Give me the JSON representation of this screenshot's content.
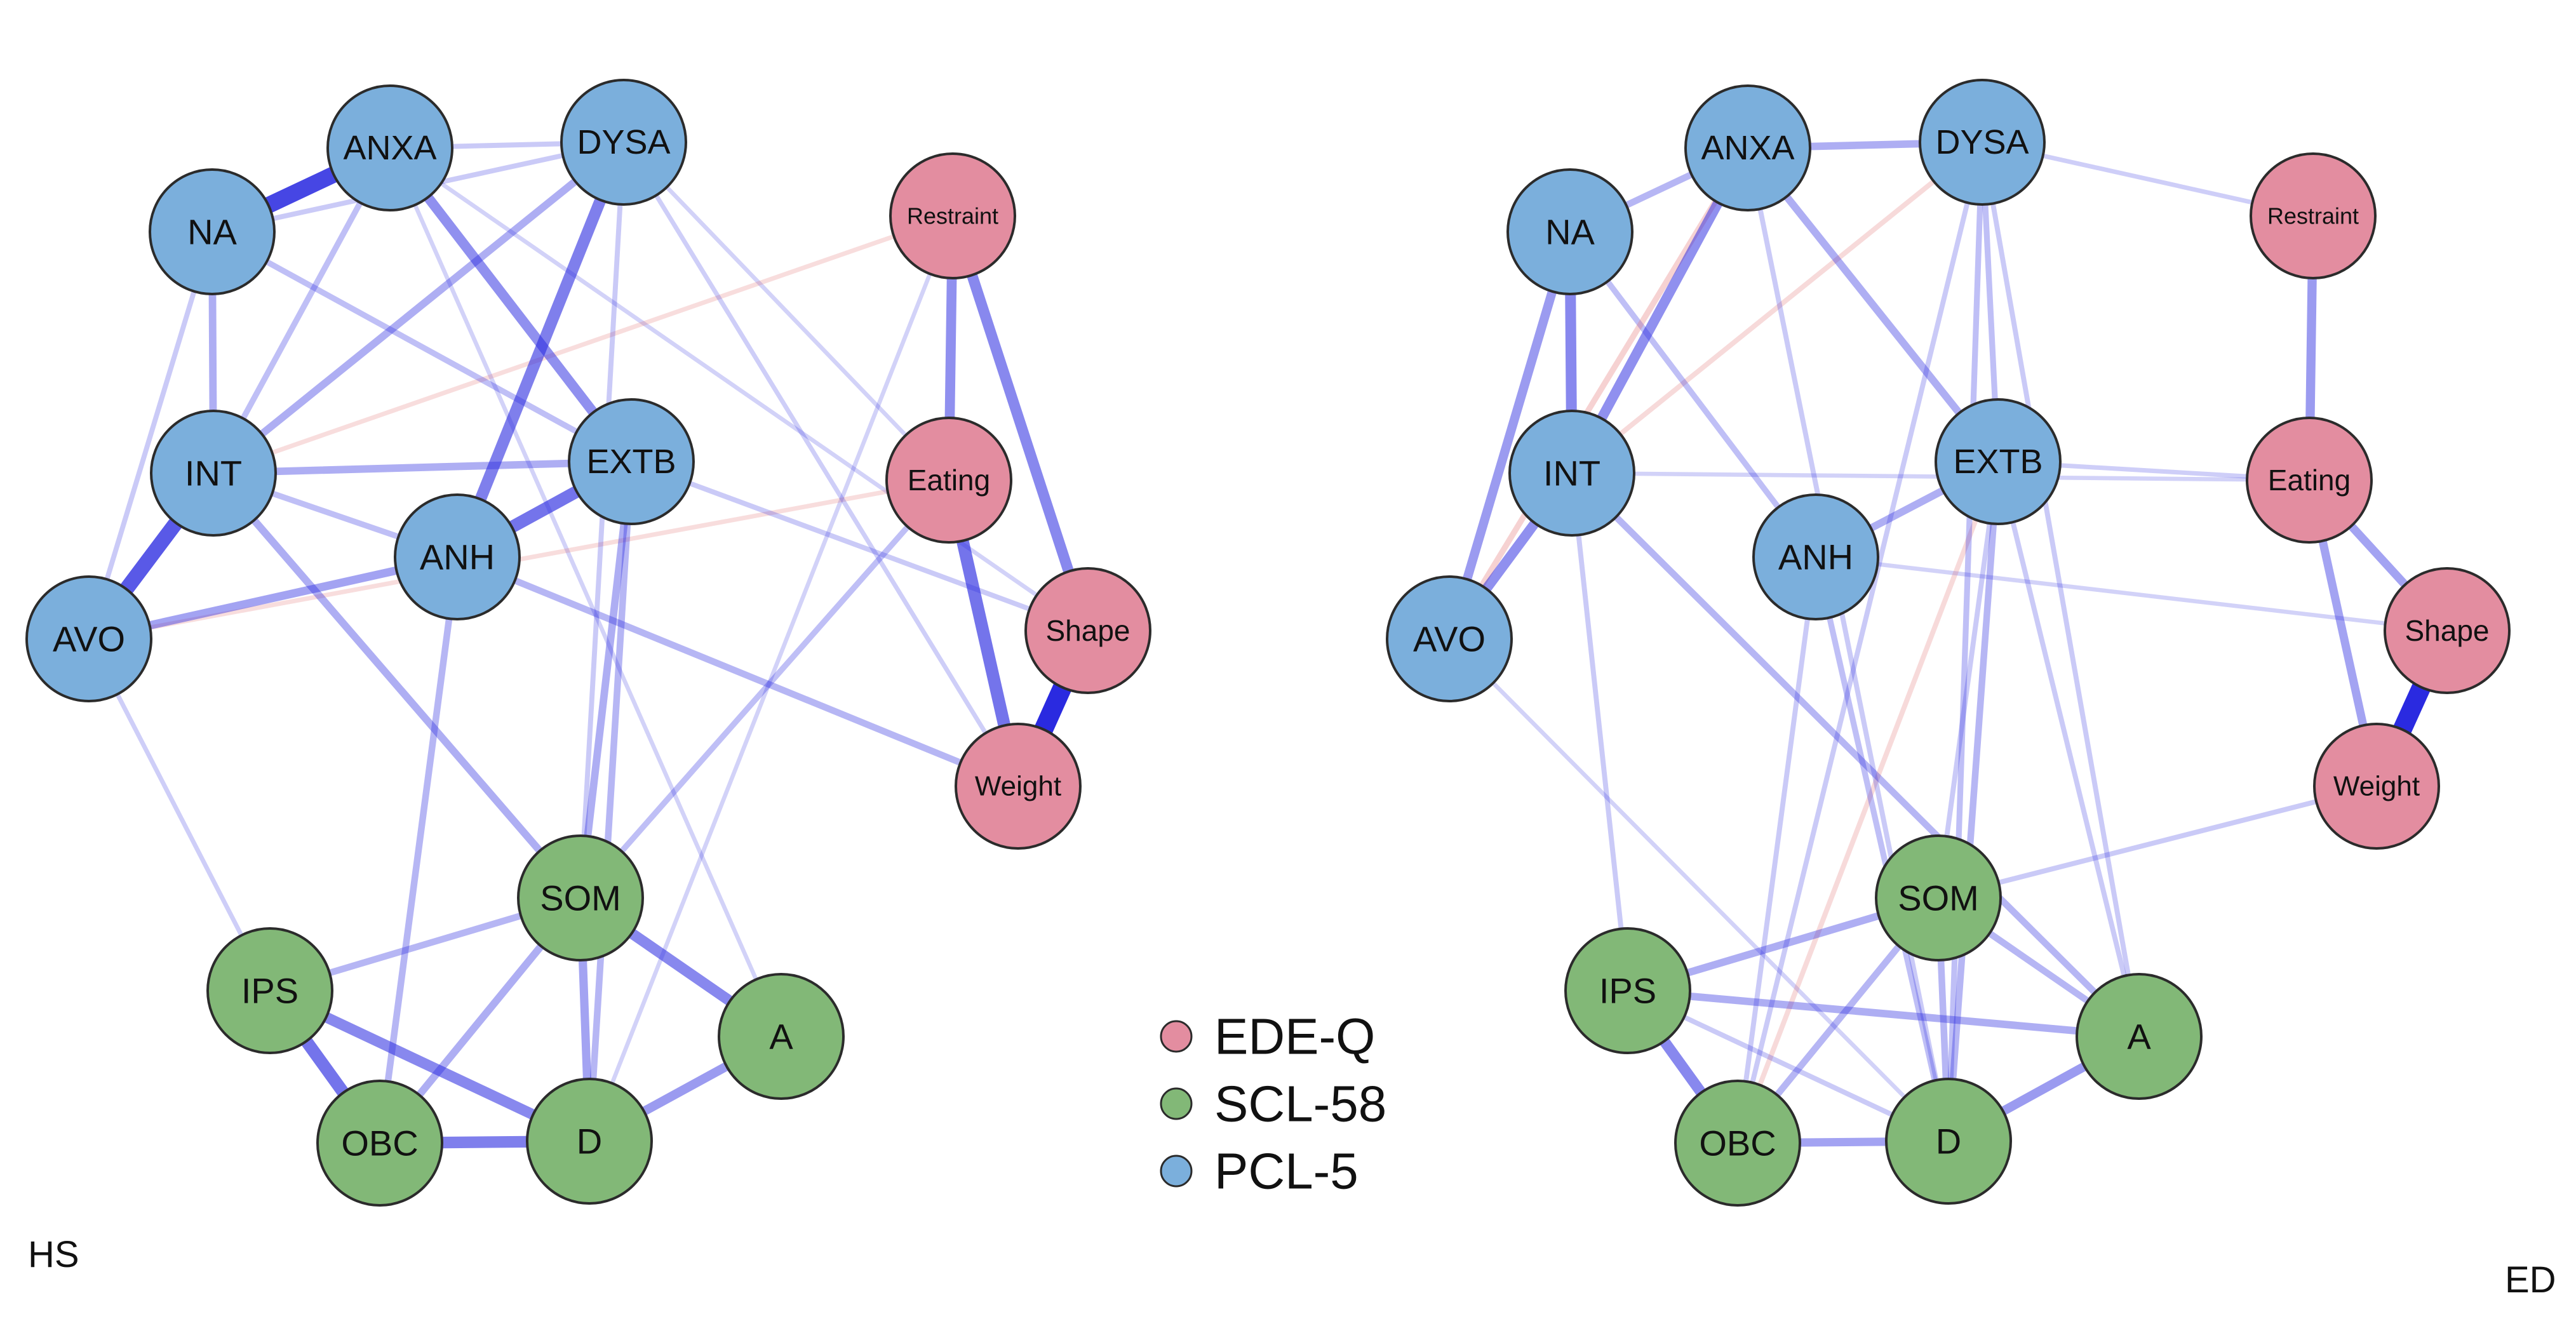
{
  "colors": {
    "EDE-Q": "#e38da0",
    "SCL-58": "#82b877",
    "PCL-5": "#7bafdc",
    "positive_edge": "#2a2ae0",
    "negative_edge": "#e06a6a",
    "node_stroke": "#2b2b2b"
  },
  "groups": [
    {
      "id": "EDE-Q",
      "label": "EDE-Q",
      "color": "#e38da0"
    },
    {
      "id": "SCL-58",
      "label": "SCL-58",
      "color": "#82b877"
    },
    {
      "id": "PCL-5",
      "label": "PCL-5",
      "color": "#7bafdc"
    }
  ],
  "networks": [
    {
      "id": "hs",
      "label": "HS",
      "nodes": [
        {
          "id": "ANXA",
          "label": "ANXA",
          "group": "PCL-5"
        },
        {
          "id": "DYSA",
          "label": "DYSA",
          "group": "PCL-5"
        },
        {
          "id": "NA",
          "label": "NA",
          "group": "PCL-5"
        },
        {
          "id": "INT",
          "label": "INT",
          "group": "PCL-5"
        },
        {
          "id": "EXTB",
          "label": "EXTB",
          "group": "PCL-5"
        },
        {
          "id": "ANH",
          "label": "ANH",
          "group": "PCL-5"
        },
        {
          "id": "AVO",
          "label": "AVO",
          "group": "PCL-5"
        },
        {
          "id": "Restraint",
          "label": "Restraint",
          "group": "EDE-Q"
        },
        {
          "id": "Eating",
          "label": "Eating",
          "group": "EDE-Q"
        },
        {
          "id": "Shape",
          "label": "Shape",
          "group": "EDE-Q"
        },
        {
          "id": "Weight",
          "label": "Weight",
          "group": "EDE-Q"
        },
        {
          "id": "SOM",
          "label": "SOM",
          "group": "SCL-58"
        },
        {
          "id": "IPS",
          "label": "IPS",
          "group": "SCL-58"
        },
        {
          "id": "A",
          "label": "A",
          "group": "SCL-58"
        },
        {
          "id": "OBC",
          "label": "OBC",
          "group": "SCL-58"
        },
        {
          "id": "D",
          "label": "D",
          "group": "SCL-58"
        }
      ],
      "edges": [
        {
          "from": "NA",
          "to": "ANXA",
          "weight": 0.85,
          "sign": "+"
        },
        {
          "from": "INT",
          "to": "AVO",
          "weight": 0.75,
          "sign": "+"
        },
        {
          "from": "Shape",
          "to": "Weight",
          "weight": 1.0,
          "sign": "+"
        },
        {
          "from": "Eating",
          "to": "Weight",
          "weight": 0.6,
          "sign": "+"
        },
        {
          "from": "Restraint",
          "to": "Shape",
          "weight": 0.5,
          "sign": "+"
        },
        {
          "from": "Restraint",
          "to": "Eating",
          "weight": 0.45,
          "sign": "+"
        },
        {
          "from": "ANH",
          "to": "EXTB",
          "weight": 0.6,
          "sign": "+"
        },
        {
          "from": "ANH",
          "to": "DYSA",
          "weight": 0.55,
          "sign": "+"
        },
        {
          "from": "ANXA",
          "to": "EXTB",
          "weight": 0.45,
          "sign": "+"
        },
        {
          "from": "IPS",
          "to": "OBC",
          "weight": 0.6,
          "sign": "+"
        },
        {
          "from": "IPS",
          "to": "D",
          "weight": 0.5,
          "sign": "+"
        },
        {
          "from": "OBC",
          "to": "D",
          "weight": 0.55,
          "sign": "+"
        },
        {
          "from": "SOM",
          "to": "A",
          "weight": 0.5,
          "sign": "+"
        },
        {
          "from": "A",
          "to": "D",
          "weight": 0.4,
          "sign": "+"
        },
        {
          "from": "SOM",
          "to": "D",
          "weight": 0.35,
          "sign": "+"
        },
        {
          "from": "SOM",
          "to": "OBC",
          "weight": 0.3,
          "sign": "+"
        },
        {
          "from": "AVO",
          "to": "ANH",
          "weight": 0.35,
          "sign": "+"
        },
        {
          "from": "INT",
          "to": "EXTB",
          "weight": 0.3,
          "sign": "+"
        },
        {
          "from": "INT",
          "to": "DYSA",
          "weight": 0.3,
          "sign": "+"
        },
        {
          "from": "INT",
          "to": "SOM",
          "weight": 0.3,
          "sign": "+"
        },
        {
          "from": "NA",
          "to": "INT",
          "weight": 0.3,
          "sign": "+"
        },
        {
          "from": "EXTB",
          "to": "SOM",
          "weight": 0.3,
          "sign": "+"
        },
        {
          "from": "EXTB",
          "to": "D",
          "weight": 0.25,
          "sign": "+"
        },
        {
          "from": "ANH",
          "to": "OBC",
          "weight": 0.25,
          "sign": "+"
        },
        {
          "from": "ANH",
          "to": "Weight",
          "weight": 0.25,
          "sign": "+"
        },
        {
          "from": "IPS",
          "to": "SOM",
          "weight": 0.25,
          "sign": "+"
        },
        {
          "from": "IPS",
          "to": "AVO",
          "weight": 0.12,
          "sign": "+"
        },
        {
          "from": "Eating",
          "to": "SOM",
          "weight": 0.2,
          "sign": "+"
        },
        {
          "from": "EXTB",
          "to": "Shape",
          "weight": 0.15,
          "sign": "+"
        },
        {
          "from": "ANXA",
          "to": "INT",
          "weight": 0.2,
          "sign": "+"
        },
        {
          "from": "ANXA",
          "to": "DYSA",
          "weight": 0.15,
          "sign": "+"
        },
        {
          "from": "NA",
          "to": "EXTB",
          "weight": 0.2,
          "sign": "+"
        },
        {
          "from": "NA",
          "to": "AVO",
          "weight": 0.15,
          "sign": "+"
        },
        {
          "from": "INT",
          "to": "ANH",
          "weight": 0.2,
          "sign": "+"
        },
        {
          "from": "INT",
          "to": "Restraint",
          "weight": 0.12,
          "sign": "-"
        },
        {
          "from": "AVO",
          "to": "Eating",
          "weight": 0.12,
          "sign": "-"
        },
        {
          "from": "DYSA",
          "to": "SOM",
          "weight": 0.15,
          "sign": "+"
        },
        {
          "from": "DYSA",
          "to": "Weight",
          "weight": 0.12,
          "sign": "+"
        },
        {
          "from": "ANXA",
          "to": "Shape",
          "weight": 0.1,
          "sign": "+"
        },
        {
          "from": "NA",
          "to": "DYSA",
          "weight": 0.15,
          "sign": "+"
        },
        {
          "from": "Restraint",
          "to": "D",
          "weight": 0.1,
          "sign": "+"
        },
        {
          "from": "ANXA",
          "to": "A",
          "weight": 0.1,
          "sign": "+"
        },
        {
          "from": "DYSA",
          "to": "Eating",
          "weight": 0.1,
          "sign": "+"
        }
      ]
    },
    {
      "id": "ed",
      "label": "ED",
      "nodes": [
        {
          "id": "ANXA",
          "label": "ANXA",
          "group": "PCL-5"
        },
        {
          "id": "DYSA",
          "label": "DYSA",
          "group": "PCL-5"
        },
        {
          "id": "NA",
          "label": "NA",
          "group": "PCL-5"
        },
        {
          "id": "INT",
          "label": "INT",
          "group": "PCL-5"
        },
        {
          "id": "EXTB",
          "label": "EXTB",
          "group": "PCL-5"
        },
        {
          "id": "ANH",
          "label": "ANH",
          "group": "PCL-5"
        },
        {
          "id": "AVO",
          "label": "AVO",
          "group": "PCL-5"
        },
        {
          "id": "Restraint",
          "label": "Restraint",
          "group": "EDE-Q"
        },
        {
          "id": "Eating",
          "label": "Eating",
          "group": "EDE-Q"
        },
        {
          "id": "Shape",
          "label": "Shape",
          "group": "EDE-Q"
        },
        {
          "id": "Weight",
          "label": "Weight",
          "group": "EDE-Q"
        },
        {
          "id": "SOM",
          "label": "SOM",
          "group": "SCL-58"
        },
        {
          "id": "IPS",
          "label": "IPS",
          "group": "SCL-58"
        },
        {
          "id": "A",
          "label": "A",
          "group": "SCL-58"
        },
        {
          "id": "OBC",
          "label": "OBC",
          "group": "SCL-58"
        },
        {
          "id": "D",
          "label": "D",
          "group": "SCL-58"
        }
      ],
      "edges": [
        {
          "from": "Shape",
          "to": "Weight",
          "weight": 1.0,
          "sign": "+"
        },
        {
          "from": "NA",
          "to": "INT",
          "weight": 0.5,
          "sign": "+"
        },
        {
          "from": "ANXA",
          "to": "INT",
          "weight": 0.45,
          "sign": "+"
        },
        {
          "from": "NA",
          "to": "AVO",
          "weight": 0.4,
          "sign": "+"
        },
        {
          "from": "INT",
          "to": "AVO",
          "weight": 0.45,
          "sign": "+"
        },
        {
          "from": "Restraint",
          "to": "Eating",
          "weight": 0.4,
          "sign": "+"
        },
        {
          "from": "Eating",
          "to": "Shape",
          "weight": 0.35,
          "sign": "+"
        },
        {
          "from": "Eating",
          "to": "Weight",
          "weight": 0.35,
          "sign": "+"
        },
        {
          "from": "IPS",
          "to": "OBC",
          "weight": 0.5,
          "sign": "+"
        },
        {
          "from": "OBC",
          "to": "D",
          "weight": 0.35,
          "sign": "+"
        },
        {
          "from": "A",
          "to": "D",
          "weight": 0.4,
          "sign": "+"
        },
        {
          "from": "IPS",
          "to": "SOM",
          "weight": 0.3,
          "sign": "+"
        },
        {
          "from": "IPS",
          "to": "A",
          "weight": 0.3,
          "sign": "+"
        },
        {
          "from": "SOM",
          "to": "A",
          "weight": 0.25,
          "sign": "+"
        },
        {
          "from": "SOM",
          "to": "D",
          "weight": 0.25,
          "sign": "+"
        },
        {
          "from": "SOM",
          "to": "OBC",
          "weight": 0.25,
          "sign": "+"
        },
        {
          "from": "ANH",
          "to": "EXTB",
          "weight": 0.3,
          "sign": "+"
        },
        {
          "from": "ANXA",
          "to": "DYSA",
          "weight": 0.3,
          "sign": "+"
        },
        {
          "from": "ANXA",
          "to": "EXTB",
          "weight": 0.3,
          "sign": "+"
        },
        {
          "from": "NA",
          "to": "ANXA",
          "weight": 0.25,
          "sign": "+"
        },
        {
          "from": "NA",
          "to": "ANH",
          "weight": 0.2,
          "sign": "+"
        },
        {
          "from": "INT",
          "to": "A",
          "weight": 0.25,
          "sign": "+"
        },
        {
          "from": "EXTB",
          "to": "D",
          "weight": 0.25,
          "sign": "+"
        },
        {
          "from": "DYSA",
          "to": "D",
          "weight": 0.2,
          "sign": "+"
        },
        {
          "from": "DYSA",
          "to": "A",
          "weight": 0.15,
          "sign": "+"
        },
        {
          "from": "ANH",
          "to": "D",
          "weight": 0.2,
          "sign": "+"
        },
        {
          "from": "DYSA",
          "to": "EXTB",
          "weight": 0.2,
          "sign": "+"
        },
        {
          "from": "ANH",
          "to": "OBC",
          "weight": 0.15,
          "sign": "+"
        },
        {
          "from": "INT",
          "to": "IPS",
          "weight": 0.15,
          "sign": "+"
        },
        {
          "from": "EXTB",
          "to": "SOM",
          "weight": 0.15,
          "sign": "+"
        },
        {
          "from": "SOM",
          "to": "Weight",
          "weight": 0.15,
          "sign": "+"
        },
        {
          "from": "EXTB",
          "to": "Eating",
          "weight": 0.12,
          "sign": "+"
        },
        {
          "from": "DYSA",
          "to": "Restraint",
          "weight": 0.12,
          "sign": "+"
        },
        {
          "from": "ANXA",
          "to": "AVO",
          "weight": 0.2,
          "sign": "-"
        },
        {
          "from": "DYSA",
          "to": "INT",
          "weight": 0.15,
          "sign": "-"
        },
        {
          "from": "EXTB",
          "to": "OBC",
          "weight": 0.15,
          "sign": "-"
        },
        {
          "from": "DYSA",
          "to": "OBC",
          "weight": 0.15,
          "sign": "+"
        },
        {
          "from": "IPS",
          "to": "D",
          "weight": 0.15,
          "sign": "+"
        },
        {
          "from": "AVO",
          "to": "D",
          "weight": 0.1,
          "sign": "+"
        },
        {
          "from": "ANXA",
          "to": "D",
          "weight": 0.15,
          "sign": "+"
        },
        {
          "from": "EXTB",
          "to": "A",
          "weight": 0.15,
          "sign": "+"
        },
        {
          "from": "ANH",
          "to": "Shape",
          "weight": 0.1,
          "sign": "+"
        },
        {
          "from": "INT",
          "to": "Eating",
          "weight": 0.1,
          "sign": "+"
        }
      ]
    }
  ]
}
